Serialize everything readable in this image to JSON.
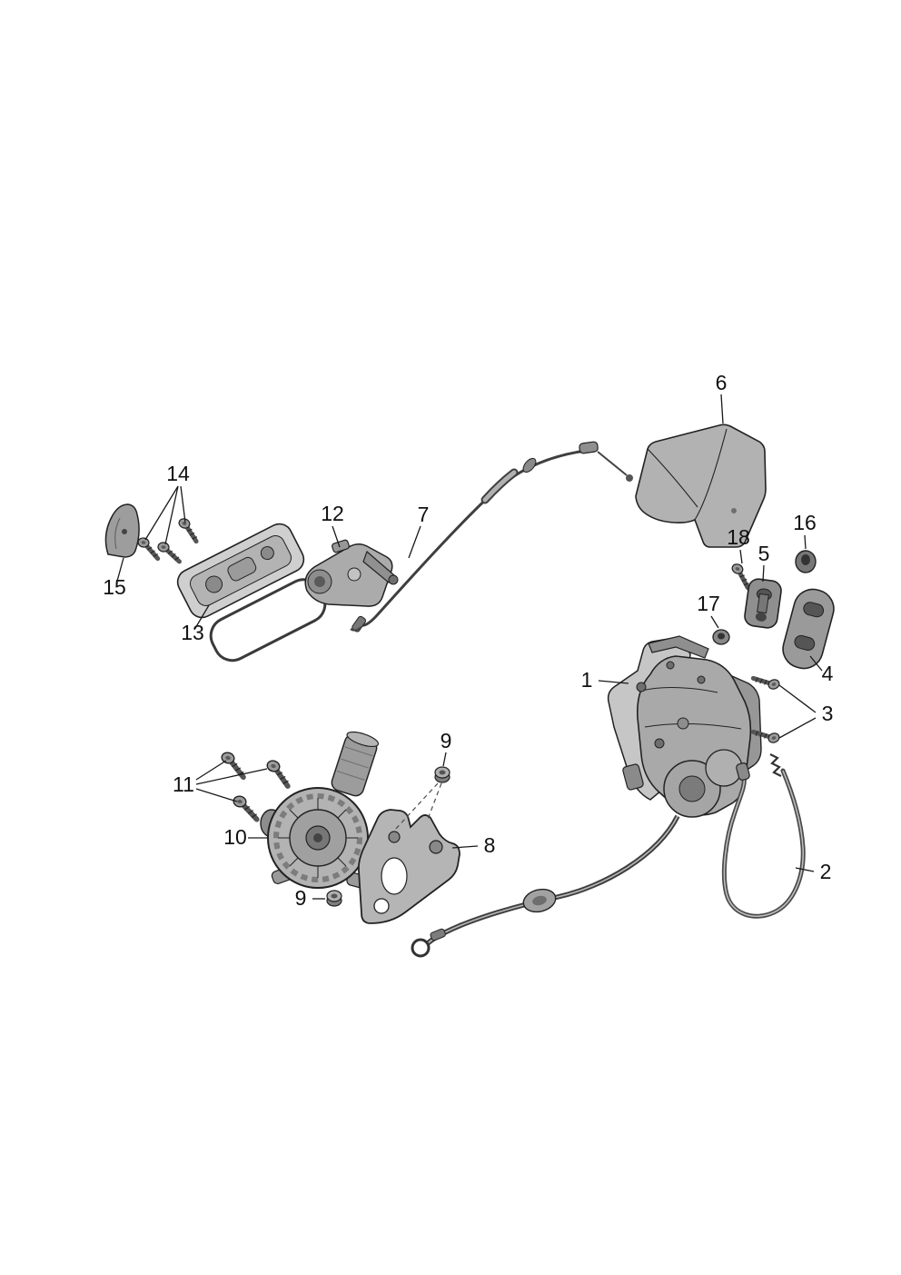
{
  "palette": {
    "background": "#ffffff",
    "line": "#1a1a1a",
    "label_text": "#111111",
    "metal_light": "#c9c9c9",
    "metal_mid": "#a9a9a9",
    "metal_dark": "#7d7d7d"
  },
  "callouts": [
    {
      "text": "1"
    },
    {
      "text": "2"
    },
    {
      "text": "3"
    },
    {
      "text": "4"
    },
    {
      "text": "5"
    },
    {
      "text": "6"
    },
    {
      "text": "7"
    },
    {
      "text": "8"
    },
    {
      "text": "9"
    },
    {
      "text": "9"
    },
    {
      "text": "10"
    },
    {
      "text": "11"
    },
    {
      "text": "12"
    },
    {
      "text": "13"
    },
    {
      "text": "14"
    },
    {
      "text": "15"
    },
    {
      "text": "16"
    },
    {
      "text": "17"
    },
    {
      "text": "18"
    }
  ]
}
